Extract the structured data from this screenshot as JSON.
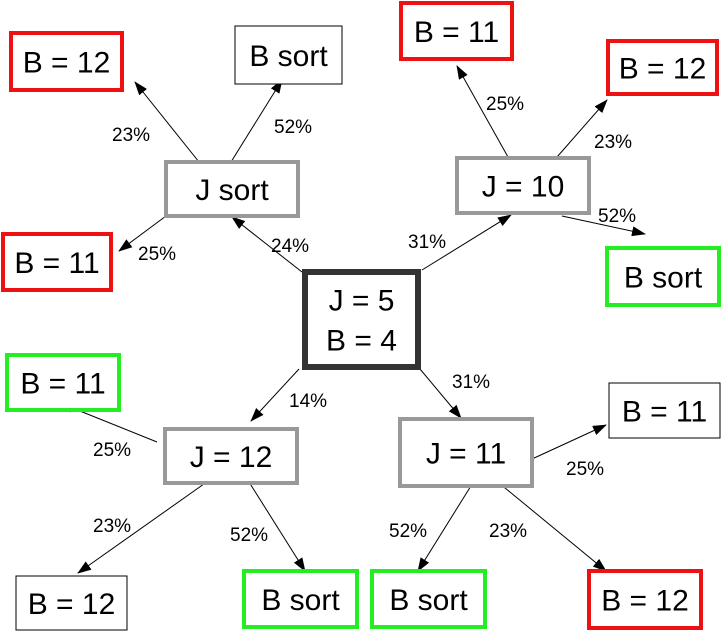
{
  "colors": {
    "root": "#333333",
    "level1": "#999999",
    "red": "#ee1111",
    "green": "#22ee22",
    "black": "#000000"
  },
  "nodes": [
    {
      "id": "root",
      "lines": [
        "J = 5",
        "B = 4"
      ],
      "style": "root"
    },
    {
      "id": "j-sort",
      "lines": [
        "J  sort"
      ],
      "style": "level1"
    },
    {
      "id": "j-10",
      "lines": [
        "J = 10"
      ],
      "style": "level1"
    },
    {
      "id": "j-12",
      "lines": [
        "J = 12"
      ],
      "style": "level1"
    },
    {
      "id": "j-11",
      "lines": [
        "J = 11"
      ],
      "style": "level1"
    },
    {
      "id": "jsort-b12",
      "lines": [
        "B = 12"
      ],
      "style": "red"
    },
    {
      "id": "jsort-bsort",
      "lines": [
        "B sort"
      ],
      "style": "black"
    },
    {
      "id": "jsort-b11",
      "lines": [
        "B = 11"
      ],
      "style": "red"
    },
    {
      "id": "j10-b11",
      "lines": [
        "B = 11"
      ],
      "style": "red"
    },
    {
      "id": "j10-b12",
      "lines": [
        "B = 12"
      ],
      "style": "red"
    },
    {
      "id": "j10-bsort",
      "lines": [
        "B sort"
      ],
      "style": "green"
    },
    {
      "id": "j12-b11",
      "lines": [
        "B = 11"
      ],
      "style": "green"
    },
    {
      "id": "j12-b12",
      "lines": [
        "B = 12"
      ],
      "style": "black"
    },
    {
      "id": "j12-bsort",
      "lines": [
        "B sort"
      ],
      "style": "green"
    },
    {
      "id": "j11-b11",
      "lines": [
        "B = 11"
      ],
      "style": "black"
    },
    {
      "id": "j11-bsort",
      "lines": [
        "B sort"
      ],
      "style": "green"
    },
    {
      "id": "j11-b12",
      "lines": [
        "B = 12"
      ],
      "style": "red"
    }
  ],
  "edges": [
    {
      "id": "root-jsort",
      "label": "24%"
    },
    {
      "id": "root-j10",
      "label": "31%"
    },
    {
      "id": "root-j12",
      "label": "14%"
    },
    {
      "id": "root-j11",
      "label": "31%"
    },
    {
      "id": "jsort-b12",
      "label": "23%"
    },
    {
      "id": "jsort-bsort",
      "label": "52%"
    },
    {
      "id": "jsort-b11",
      "label": "25%"
    },
    {
      "id": "j10-b11",
      "label": "25%"
    },
    {
      "id": "j10-b12",
      "label": "23%"
    },
    {
      "id": "j10-bsort",
      "label": "52%"
    },
    {
      "id": "j12-b11",
      "label": "25%"
    },
    {
      "id": "j12-b12",
      "label": "23%"
    },
    {
      "id": "j12-bsort",
      "label": "52%"
    },
    {
      "id": "j11-b11",
      "label": "25%"
    },
    {
      "id": "j11-bsort",
      "label": "52%"
    },
    {
      "id": "j11-b12",
      "label": "23%"
    }
  ]
}
